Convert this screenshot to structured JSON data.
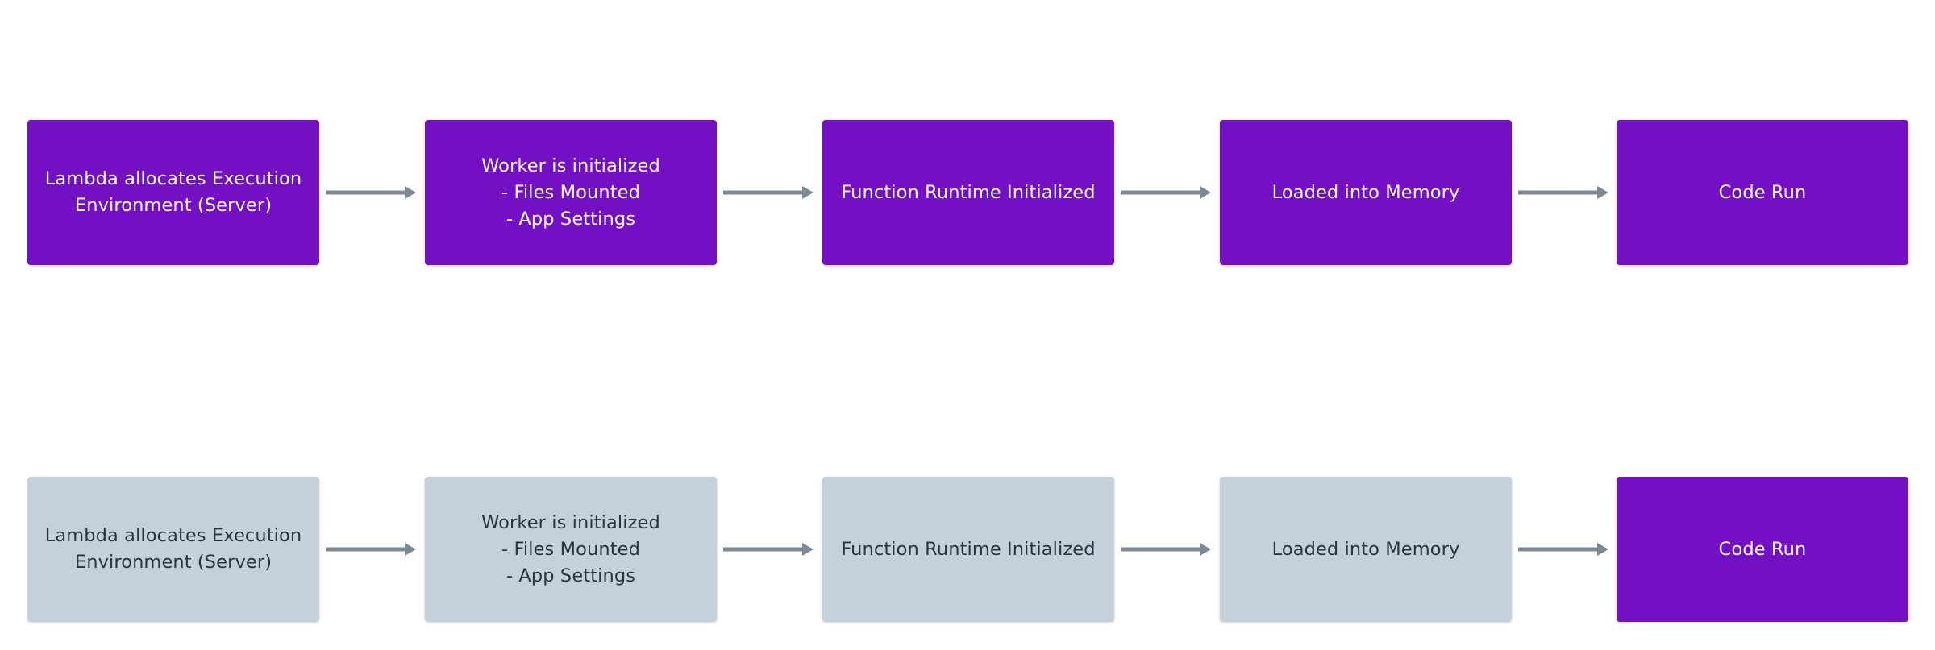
{
  "colors": {
    "active_fill": "#7310c4",
    "inactive_fill": "#c5d1da",
    "arrow": "#7d8895",
    "active_text": "#ffffff",
    "inactive_text": "#2b3340"
  },
  "flows": [
    {
      "steps": [
        {
          "label": "Lambda allocates Execution\nEnvironment (Server)",
          "state": "active"
        },
        {
          "label": "Worker is initialized\n- Files Mounted\n- App Settings",
          "state": "active"
        },
        {
          "label": "Function Runtime Initialized",
          "state": "active"
        },
        {
          "label": "Loaded into Memory",
          "state": "active"
        },
        {
          "label": "Code Run",
          "state": "active"
        }
      ]
    },
    {
      "steps": [
        {
          "label": "Lambda allocates Execution\nEnvironment (Server)",
          "state": "inactive"
        },
        {
          "label": "Worker is initialized\n- Files Mounted\n- App Settings",
          "state": "inactive"
        },
        {
          "label": "Function Runtime Initialized",
          "state": "inactive"
        },
        {
          "label": "Loaded into Memory",
          "state": "inactive"
        },
        {
          "label": "Code Run",
          "state": "active"
        }
      ]
    }
  ]
}
